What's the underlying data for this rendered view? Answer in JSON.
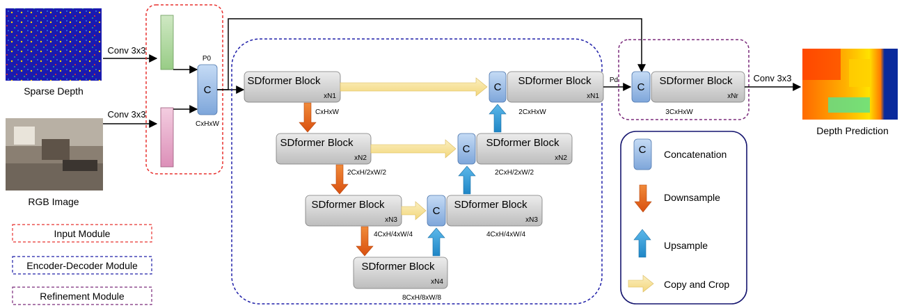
{
  "inputs": {
    "sparse_depth_caption": "Sparse Depth",
    "rgb_caption": "RGB Image",
    "conv_top": "Conv 3x3",
    "conv_bottom": "Conv 3x3"
  },
  "input_module": {
    "p0": "P0",
    "concat": "C",
    "dims": "CxHxW"
  },
  "encoder": [
    {
      "title": "SDformer Block",
      "rep": "xN1",
      "dims": "CxHxW"
    },
    {
      "title": "SDformer Block",
      "rep": "xN2",
      "dims": "2CxH/2xW/2"
    },
    {
      "title": "SDformer Block",
      "rep": "xN3",
      "dims": "4CxH/4xW/4"
    },
    {
      "title": "SDformer Block",
      "rep": "xN4",
      "dims": "8CxH/8xW/8"
    }
  ],
  "decoder": [
    {
      "title": "SDformer Block",
      "rep": "xN1",
      "dims": "2CxHxW",
      "concat": "C"
    },
    {
      "title": "SDformer Block",
      "rep": "xN2",
      "dims": "2CxH/2xW/2",
      "concat": "C"
    },
    {
      "title": "SDformer Block",
      "rep": "xN3",
      "dims": "4CxH/4xW/4",
      "concat": "C"
    }
  ],
  "refinement": {
    "pd": "Pd",
    "concat": "C",
    "title": "SDformer Block",
    "rep": "xNr",
    "dims": "3CxHxW",
    "conv": "Conv 3x3",
    "output_caption": "Depth Prediction"
  },
  "legend": {
    "items": [
      {
        "icon": "concat-box-icon",
        "label": "Concatenation",
        "glyph": "C"
      },
      {
        "icon": "down-arrow-icon",
        "label": "Downsample"
      },
      {
        "icon": "up-arrow-icon",
        "label": "Upsample"
      },
      {
        "icon": "right-arrow-icon",
        "label": "Copy and Crop"
      }
    ],
    "modules": [
      {
        "label": "Input Module",
        "color": "#e8312f"
      },
      {
        "label": "Encoder-Decoder Module",
        "color": "#1f1fa8"
      },
      {
        "label": "Refinement Module",
        "color": "#7b2a7b"
      }
    ]
  },
  "colors": {
    "block_fill": "#cfcfcf",
    "concat_fill": "#8fb4e3",
    "down_arrow": "#e8641e",
    "up_arrow": "#2e9bd6",
    "copy_arrow": "#f7e39b",
    "feat_green": "#a8d59a",
    "feat_pink": "#e9a7c8"
  }
}
